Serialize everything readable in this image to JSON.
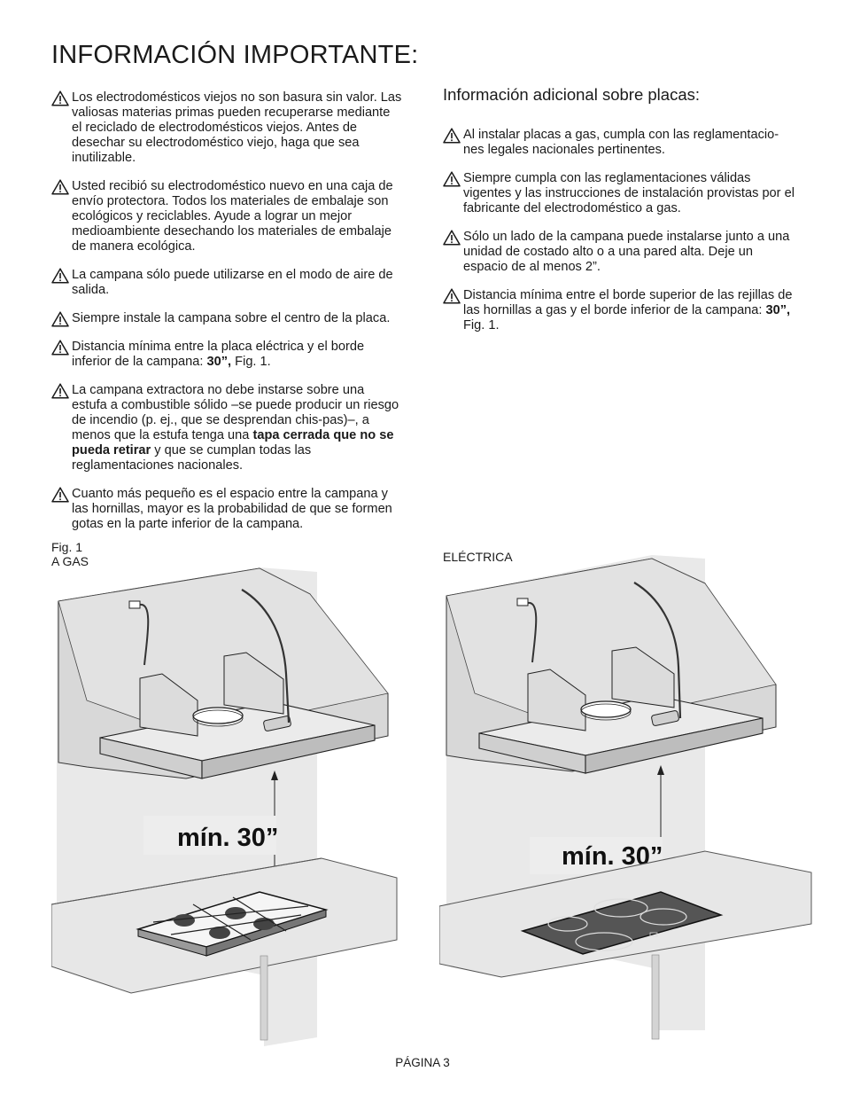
{
  "title": "INFORMACIÓN IMPORTANTE:",
  "left_items": [
    {
      "before": "Los electrodomésticos viejos no son basura sin valor. Las valiosas materias primas pueden recuperarse mediante el reciclado de electrodomésticos viejos. Antes de desechar su electrodoméstico viejo, haga que sea inutilizable.",
      "bold": "",
      "after": ""
    },
    {
      "before": "Usted recibió su electrodoméstico nuevo en una caja de envío protectora. Todos los materiales de embalaje son ecológicos y reciclables. Ayude a lograr un mejor medioambiente desechando los materiales de embalaje de manera ecológica.",
      "bold": "",
      "after": ""
    },
    {
      "before": "La campana sólo puede utilizarse en el modo de aire de salida.",
      "bold": "",
      "after": ""
    },
    {
      "before": "Siempre instale la campana sobre el centro de la placa.",
      "bold": "",
      "after": ""
    },
    {
      "before": "Distancia mínima entre la placa eléctrica y el borde inferior de la campana: ",
      "bold": "30”,",
      "after": " Fig. 1."
    },
    {
      "before": "La campana extractora no debe instarse sobre una estufa a combustible sólido –se puede producir un riesgo de incendio (p. ej., que se desprendan chis-pas)–, a menos que la estufa tenga una ",
      "bold": "tapa cerrada que no se pueda retirar",
      "after": " y que se cumplan todas las reglamentaciones nacionales."
    },
    {
      "before": "Cuanto más pequeño es el espacio entre la campana y las hornillas, mayor es la probabilidad de que se formen gotas en la parte inferior de la campana.",
      "bold": "",
      "after": ""
    }
  ],
  "right_subtitle": "Información adicional sobre placas:",
  "right_items": [
    {
      "before": "Al instalar placas a gas, cumpla con las reglamentacio-nes legales nacionales pertinentes.",
      "bold": "",
      "after": ""
    },
    {
      "before": "Siempre cumpla con las reglamentaciones válidas vigentes y las instrucciones de instalación provistas por el fabricante del electrodoméstico a gas.",
      "bold": "",
      "after": ""
    },
    {
      "before": "Sólo un lado de la campana puede instalarse junto a una unidad de costado alto o a una pared alta. Deje un espacio de al menos 2”.",
      "bold": "",
      "after": ""
    },
    {
      "before": "Distancia mínima entre el borde superior de las rejillas de las hornillas a gas y el borde inferior de la campana: ",
      "bold": "30”,",
      "after": " Fig. 1."
    }
  ],
  "figure": {
    "fig_label": "Fig. 1",
    "gas_label": "A GAS",
    "electric_label": "ELÉCTRICA",
    "gas_dimension": "mín. 30”",
    "electric_dimension": "mín. 30”"
  },
  "footer": {
    "page": "PÁGINA 3"
  },
  "icons": {
    "warning": "warning-triangle-icon"
  }
}
